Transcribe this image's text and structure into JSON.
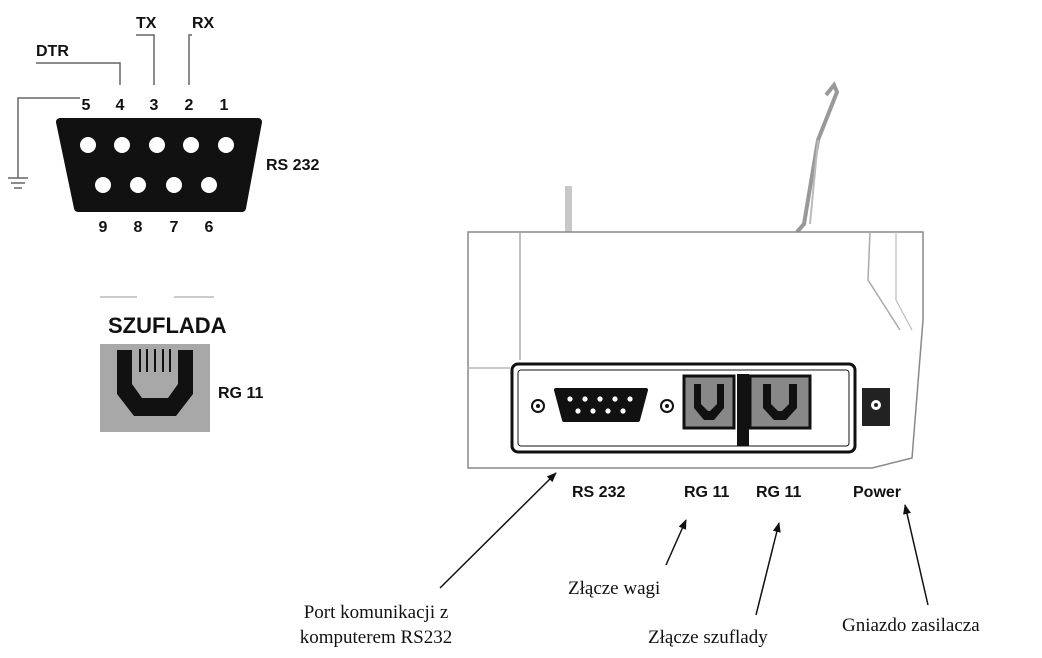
{
  "db9": {
    "signal_dtr": "DTR",
    "signal_tx": "TX",
    "signal_rx": "RX",
    "top_pins": [
      "5",
      "4",
      "3",
      "2",
      "1"
    ],
    "bottom_pins": [
      "9",
      "8",
      "7",
      "6"
    ],
    "label": "RS 232"
  },
  "drawer": {
    "title": "SZUFLADA",
    "label": "RG 11"
  },
  "printer_ports": {
    "rs232": "RS 232",
    "rg11_scale": "RG 11",
    "rg11_drawer": "RG 11",
    "power": "Power"
  },
  "captions": {
    "pc_port_line1": "Port komunikacji z",
    "pc_port_line2": "komputerem RS232",
    "scale": "Złącze wagi",
    "drawer": "Złącze szuflady",
    "power": "Gniazdo zasilacza"
  },
  "colors": {
    "connector": "#111111",
    "jack_gray": "#a8a8a8",
    "housing_line": "#8a8a8a"
  }
}
